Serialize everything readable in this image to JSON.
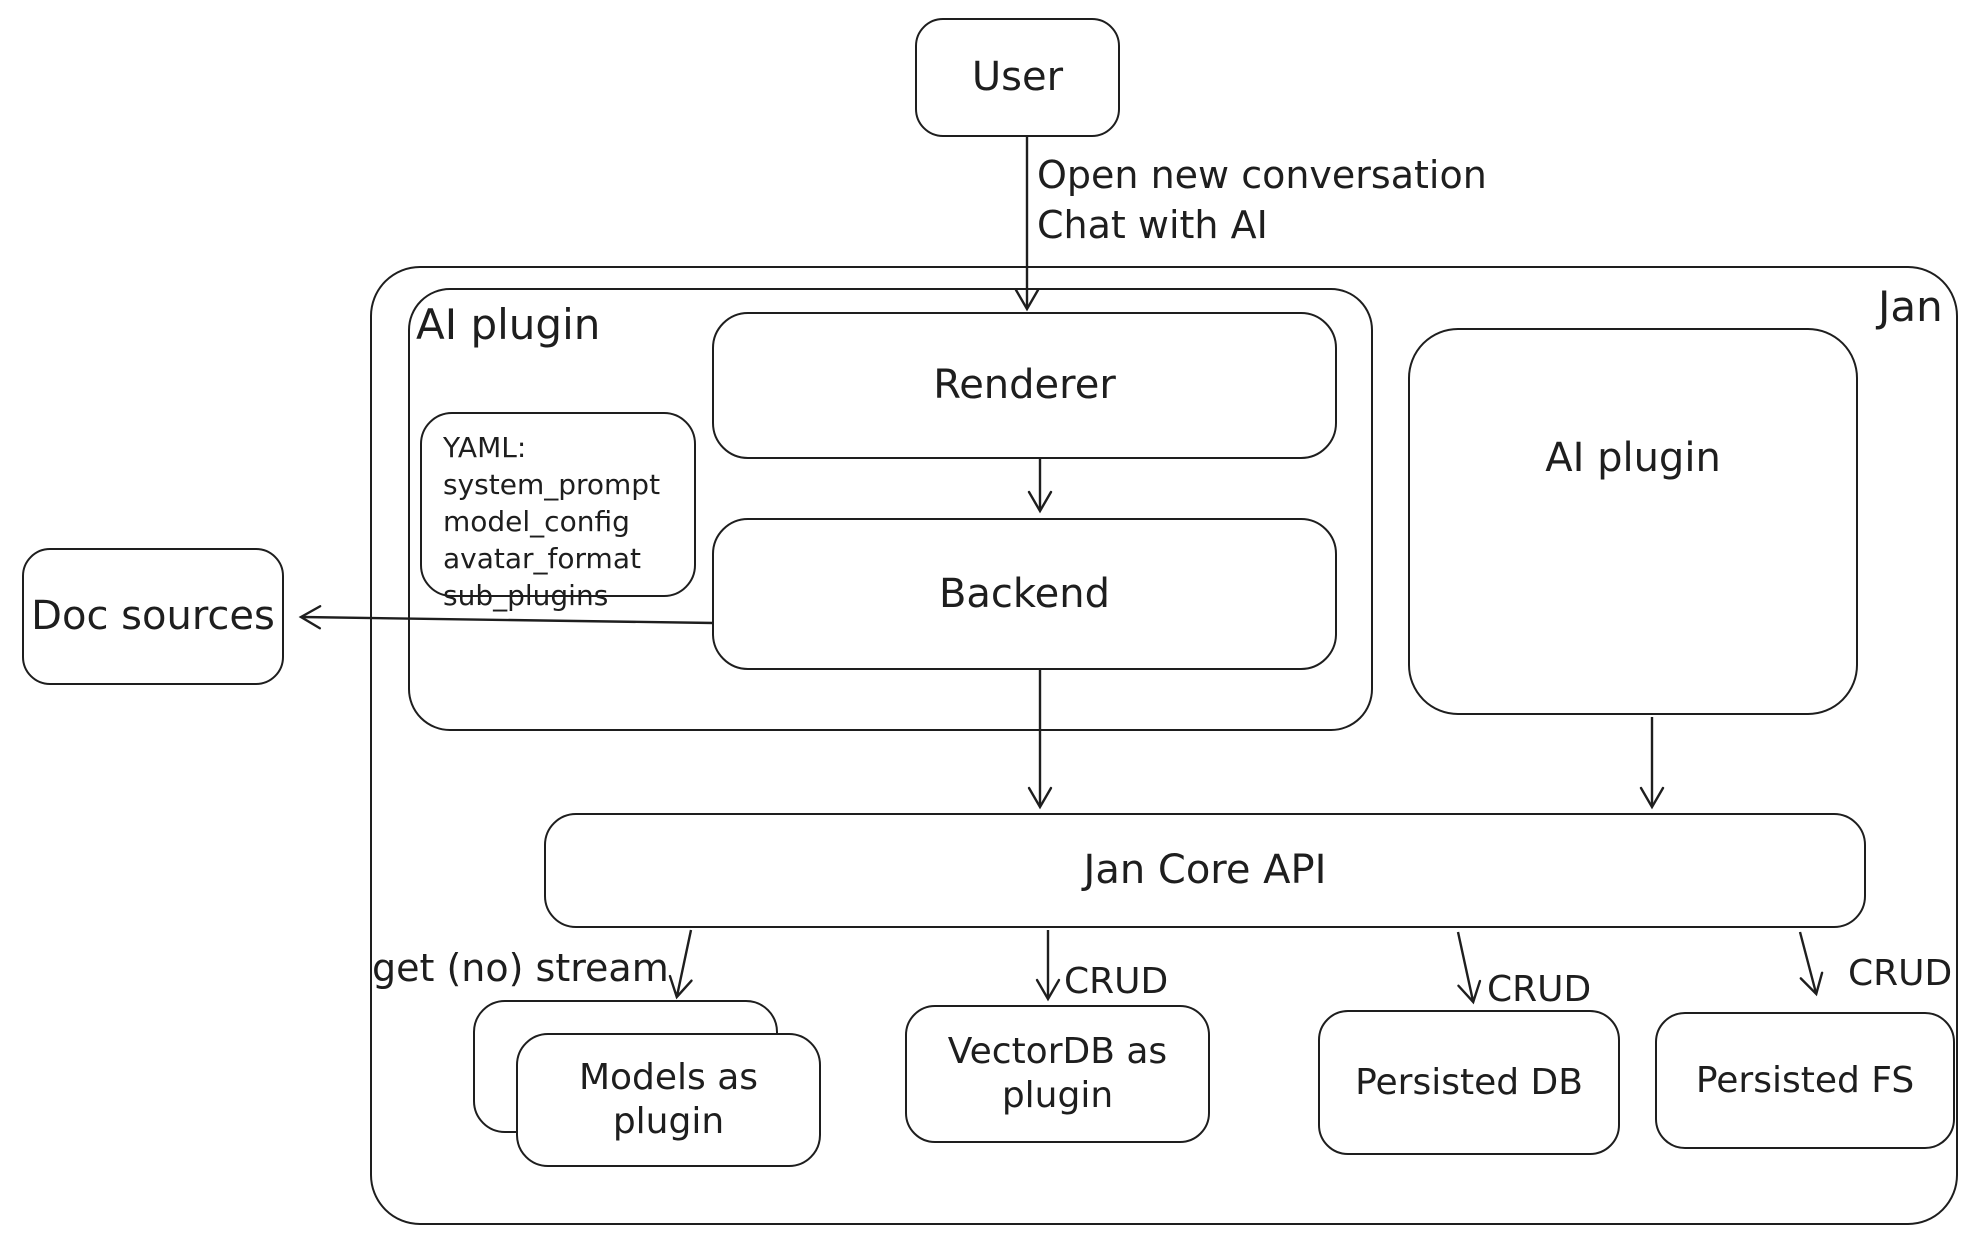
{
  "colors": {
    "stroke": "#1e1e1e",
    "background": "#ffffff"
  },
  "nodes": {
    "user": {
      "label": "User"
    },
    "jan_container": {
      "label": "Jan"
    },
    "ai_plugin_container": {
      "label": "AI plugin"
    },
    "renderer": {
      "label": "Renderer"
    },
    "backend": {
      "label": "Backend"
    },
    "yaml_note": {
      "lines": [
        "YAML:",
        "system_prompt",
        "model_config",
        "avatar_format",
        "sub_plugins"
      ]
    },
    "ai_plugin_box": {
      "label": "AI plugin"
    },
    "doc_sources": {
      "label": "Doc sources"
    },
    "jan_core_api": {
      "label": "Jan Core API"
    },
    "models_plugin": {
      "label": "Models as plugin"
    },
    "vectordb_plugin": {
      "label": "VectorDB as plugin"
    },
    "persisted_db": {
      "label": "Persisted DB"
    },
    "persisted_fs": {
      "label": "Persisted FS"
    }
  },
  "edges": {
    "user_to_renderer": {
      "line1": "Open new conversation",
      "line2": "Chat with AI"
    },
    "core_to_models": {
      "label": "get (no) stream"
    },
    "core_to_vectordb": {
      "label": "CRUD"
    },
    "core_to_persisted_db": {
      "label": "CRUD"
    },
    "core_to_persisted_fs": {
      "label": "CRUD"
    }
  }
}
